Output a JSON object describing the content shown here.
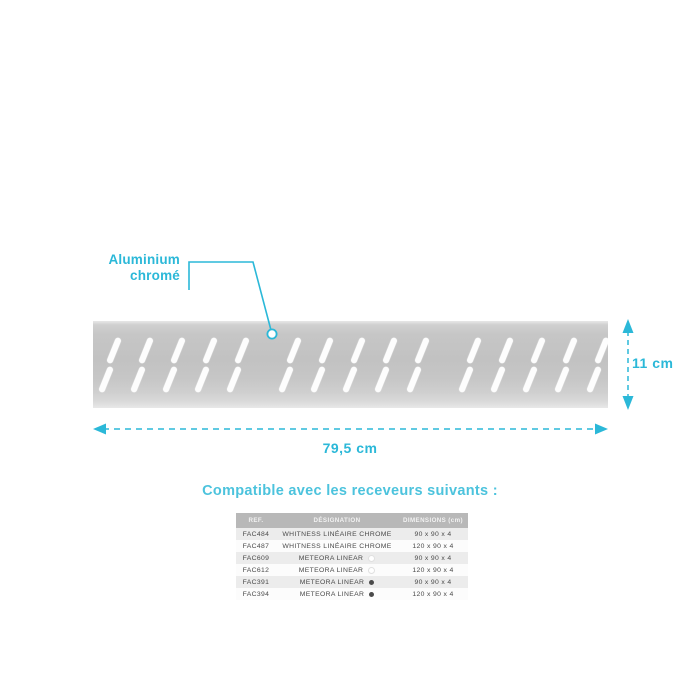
{
  "colors": {
    "accent_teal": "#2bb8d8",
    "title_teal": "#4cc3dd",
    "metal_light": "#dedede",
    "metal_mid": "#c2c2c2",
    "table_header_bg": "#b8b8b8",
    "table_row_alt_bg": "#ececec",
    "text_gray": "#4a4a4a"
  },
  "callout": {
    "label": "Aluminium\nchromé",
    "marker_icon": "circle-marker"
  },
  "dimensions": {
    "width_label": "79,5 cm",
    "height_label": "11 cm"
  },
  "product": {
    "slot_groups": 3,
    "slots_per_group_per_row": 5,
    "rows_of_slots": 2
  },
  "compatibility": {
    "title": "Compatible avec les receveurs suivants :",
    "columns": [
      "REF.",
      "DÉSIGNATION",
      "DIMENSIONS (cm)"
    ],
    "rows": [
      {
        "ref": "FAC484",
        "designation": "WHITNESS LINÉAIRE CHROME",
        "marker": "none",
        "dimensions": "90 x 90 x 4"
      },
      {
        "ref": "FAC487",
        "designation": "WHITNESS LINÉAIRE CHROME",
        "marker": "none",
        "dimensions": "120 x 90 x 4"
      },
      {
        "ref": "FAC609",
        "designation": "METEORA LINEAR",
        "marker": "light",
        "dimensions": "90 x 90 x 4"
      },
      {
        "ref": "FAC612",
        "designation": "METEORA LINEAR",
        "marker": "light",
        "dimensions": "120 x 90 x 4"
      },
      {
        "ref": "FAC391",
        "designation": "METEORA LINEAR",
        "marker": "dark",
        "dimensions": "90 x 90 x 4"
      },
      {
        "ref": "FAC394",
        "designation": "METEORA LINEAR",
        "marker": "dark",
        "dimensions": "120 x 90 x 4"
      }
    ]
  }
}
